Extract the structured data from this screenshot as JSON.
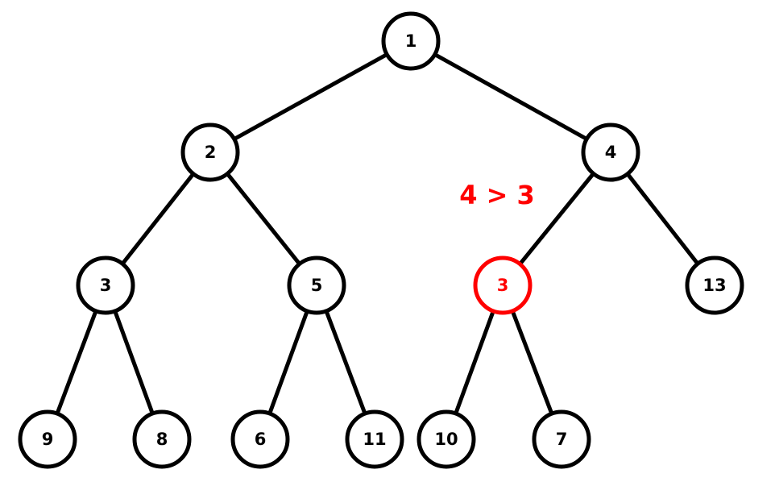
{
  "colors": {
    "edge": "#000000",
    "node_stroke": "#000000",
    "highlight": "#ff0000",
    "background": "#ffffff"
  },
  "tree": {
    "nodes": [
      {
        "id": "n1",
        "label": "1",
        "highlight": false
      },
      {
        "id": "n2",
        "label": "2",
        "highlight": false
      },
      {
        "id": "n4",
        "label": "4",
        "highlight": false
      },
      {
        "id": "n3a",
        "label": "3",
        "highlight": false
      },
      {
        "id": "n5",
        "label": "5",
        "highlight": false
      },
      {
        "id": "n3b",
        "label": "3",
        "highlight": true
      },
      {
        "id": "n13",
        "label": "13",
        "highlight": false
      },
      {
        "id": "n9",
        "label": "9",
        "highlight": false
      },
      {
        "id": "n8",
        "label": "8",
        "highlight": false
      },
      {
        "id": "n6",
        "label": "6",
        "highlight": false
      },
      {
        "id": "n11",
        "label": "11",
        "highlight": false
      },
      {
        "id": "n10",
        "label": "10",
        "highlight": false
      },
      {
        "id": "n7",
        "label": "7",
        "highlight": false
      }
    ],
    "edges": [
      {
        "from": "n1",
        "to": "n2"
      },
      {
        "from": "n1",
        "to": "n4"
      },
      {
        "from": "n2",
        "to": "n3a"
      },
      {
        "from": "n2",
        "to": "n5"
      },
      {
        "from": "n4",
        "to": "n3b"
      },
      {
        "from": "n4",
        "to": "n13"
      },
      {
        "from": "n3a",
        "to": "n9"
      },
      {
        "from": "n3a",
        "to": "n8"
      },
      {
        "from": "n5",
        "to": "n6"
      },
      {
        "from": "n5",
        "to": "n11"
      },
      {
        "from": "n3b",
        "to": "n10"
      },
      {
        "from": "n3b",
        "to": "n7"
      }
    ]
  },
  "annotation": {
    "text": "4 > 3"
  }
}
